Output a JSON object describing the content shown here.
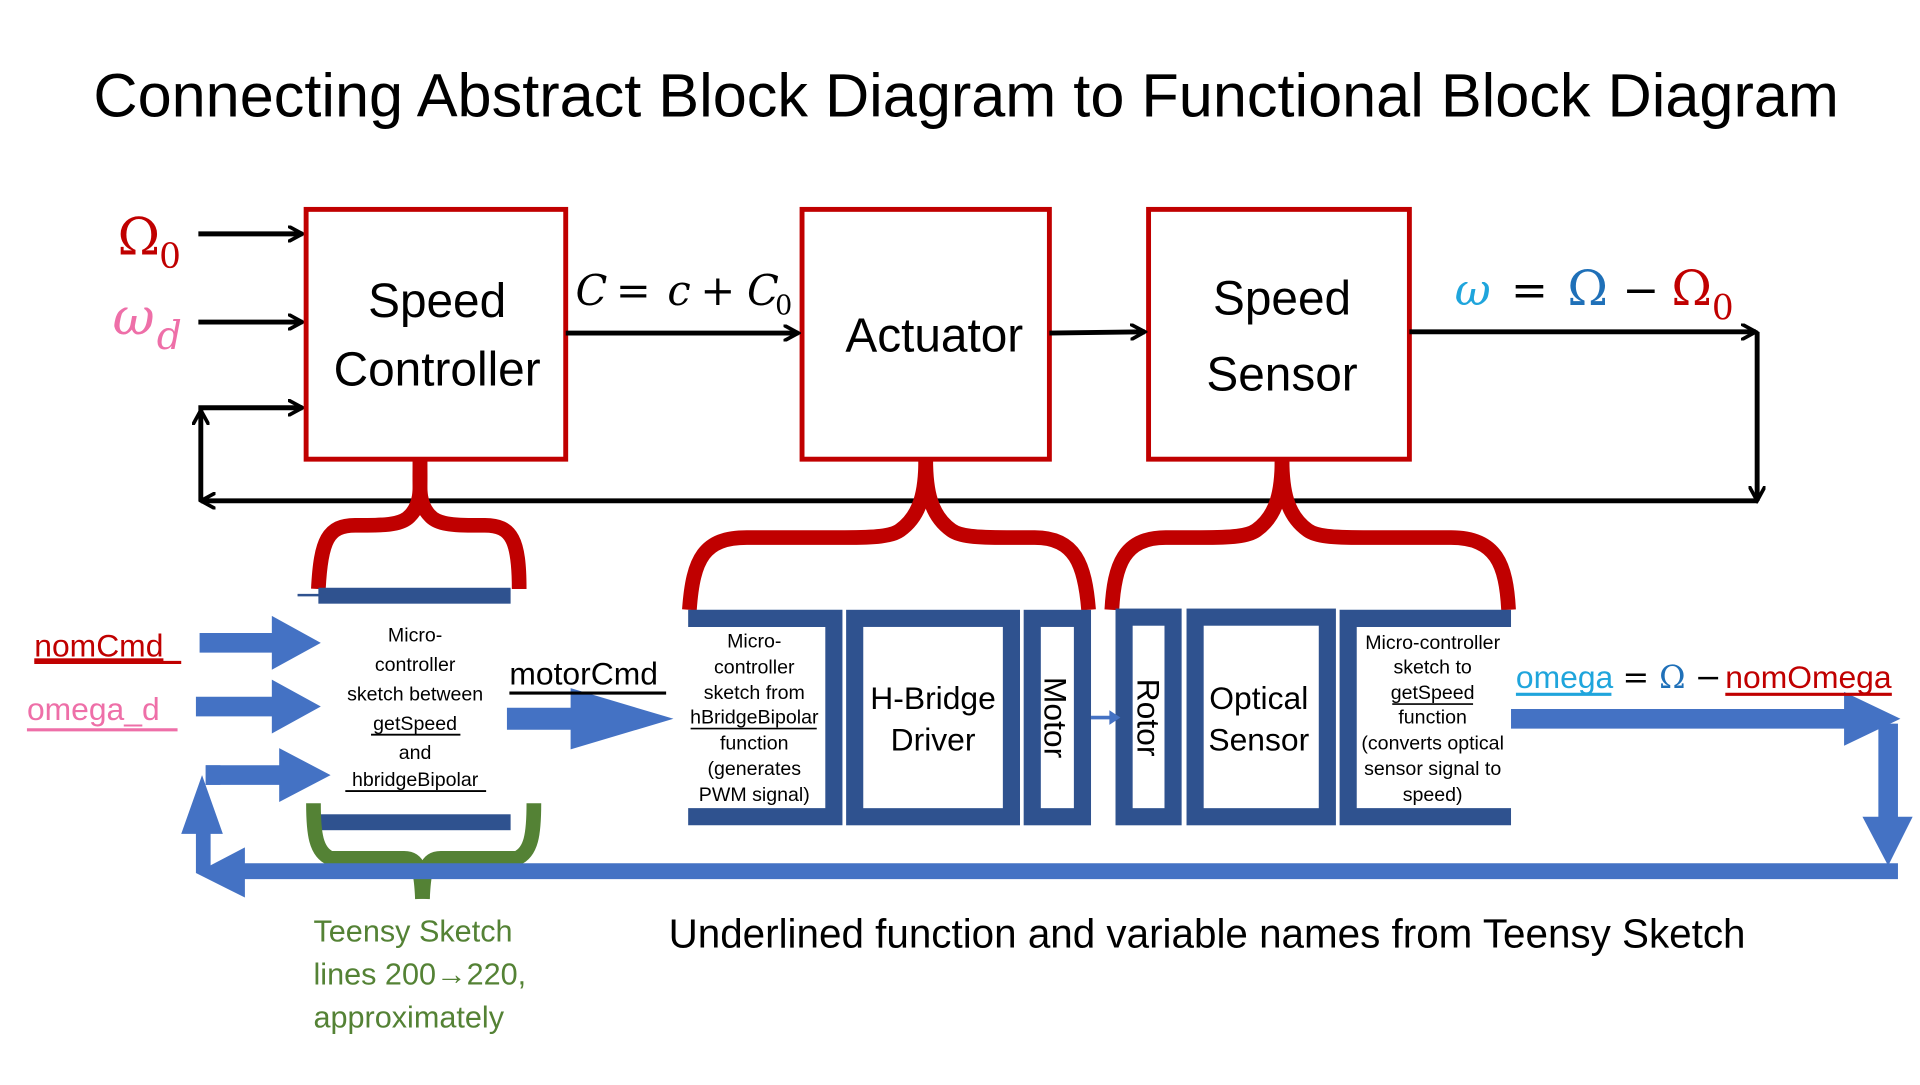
{
  "title": "Connecting Abstract Block Diagram to Functional Block Diagram",
  "colors": {
    "red": "#c00000",
    "pink": "#ee6fa8",
    "cyan": "#1fa5dc",
    "blue_omega": "#1f70b8",
    "box_blue": "#2f528f",
    "arrow_blue": "#4472c4",
    "green": "#548235",
    "black": "#000000"
  },
  "abstract": {
    "inputs": {
      "omega0": {
        "base": "Ω",
        "sub": "0"
      },
      "omega_d": {
        "base": "ω",
        "sub": "d"
      }
    },
    "blocks": {
      "speed_controller": [
        "Speed",
        "Controller"
      ],
      "actuator": [
        "Actuator"
      ],
      "speed_sensor": [
        "Speed",
        "Sensor"
      ]
    },
    "signal_c": {
      "lhs": "C",
      "eq": "=",
      "c": "c",
      "plus": "+",
      "C0_base": "C",
      "C0_sub": "0"
    },
    "signal_omega": {
      "lhs": "ω",
      "eq": "=",
      "Omega": "Ω",
      "minus": "−",
      "Omega0_base": "Ω",
      "Omega0_sub": "0"
    }
  },
  "functional": {
    "inputs": {
      "nomCmd": "nomCmd",
      "omega_d": "omega_d"
    },
    "controller_text": [
      "Micro-",
      "controller",
      "sketch between",
      "getSpeed",
      "and",
      "hbridgeBipolar"
    ],
    "motorCmd": "motorCmd",
    "actuator_boxes": {
      "mcu": [
        "Micro-",
        "controller",
        "sketch from",
        "hBridgeBipolar",
        "function",
        "(generates",
        "PWM signal)"
      ],
      "hbridge": [
        "H-Bridge",
        "Driver"
      ],
      "motor": "Motor"
    },
    "sensor_boxes": {
      "rotor": "Rotor",
      "optical": [
        "Optical",
        "Sensor"
      ],
      "mcu": [
        "Micro-controller",
        "sketch to",
        "getSpeed",
        "function",
        "(converts optical",
        "sensor signal to",
        "speed)"
      ]
    },
    "omega_eq": {
      "omega": "omega",
      "eq": "=",
      "Omega": "Ω",
      "minus": "−",
      "nomOmega": "nomOmega"
    }
  },
  "teensy_note": [
    "Teensy Sketch",
    "lines 200→220,",
    "approximately"
  ],
  "caption": "Underlined function and variable names from Teensy Sketch"
}
